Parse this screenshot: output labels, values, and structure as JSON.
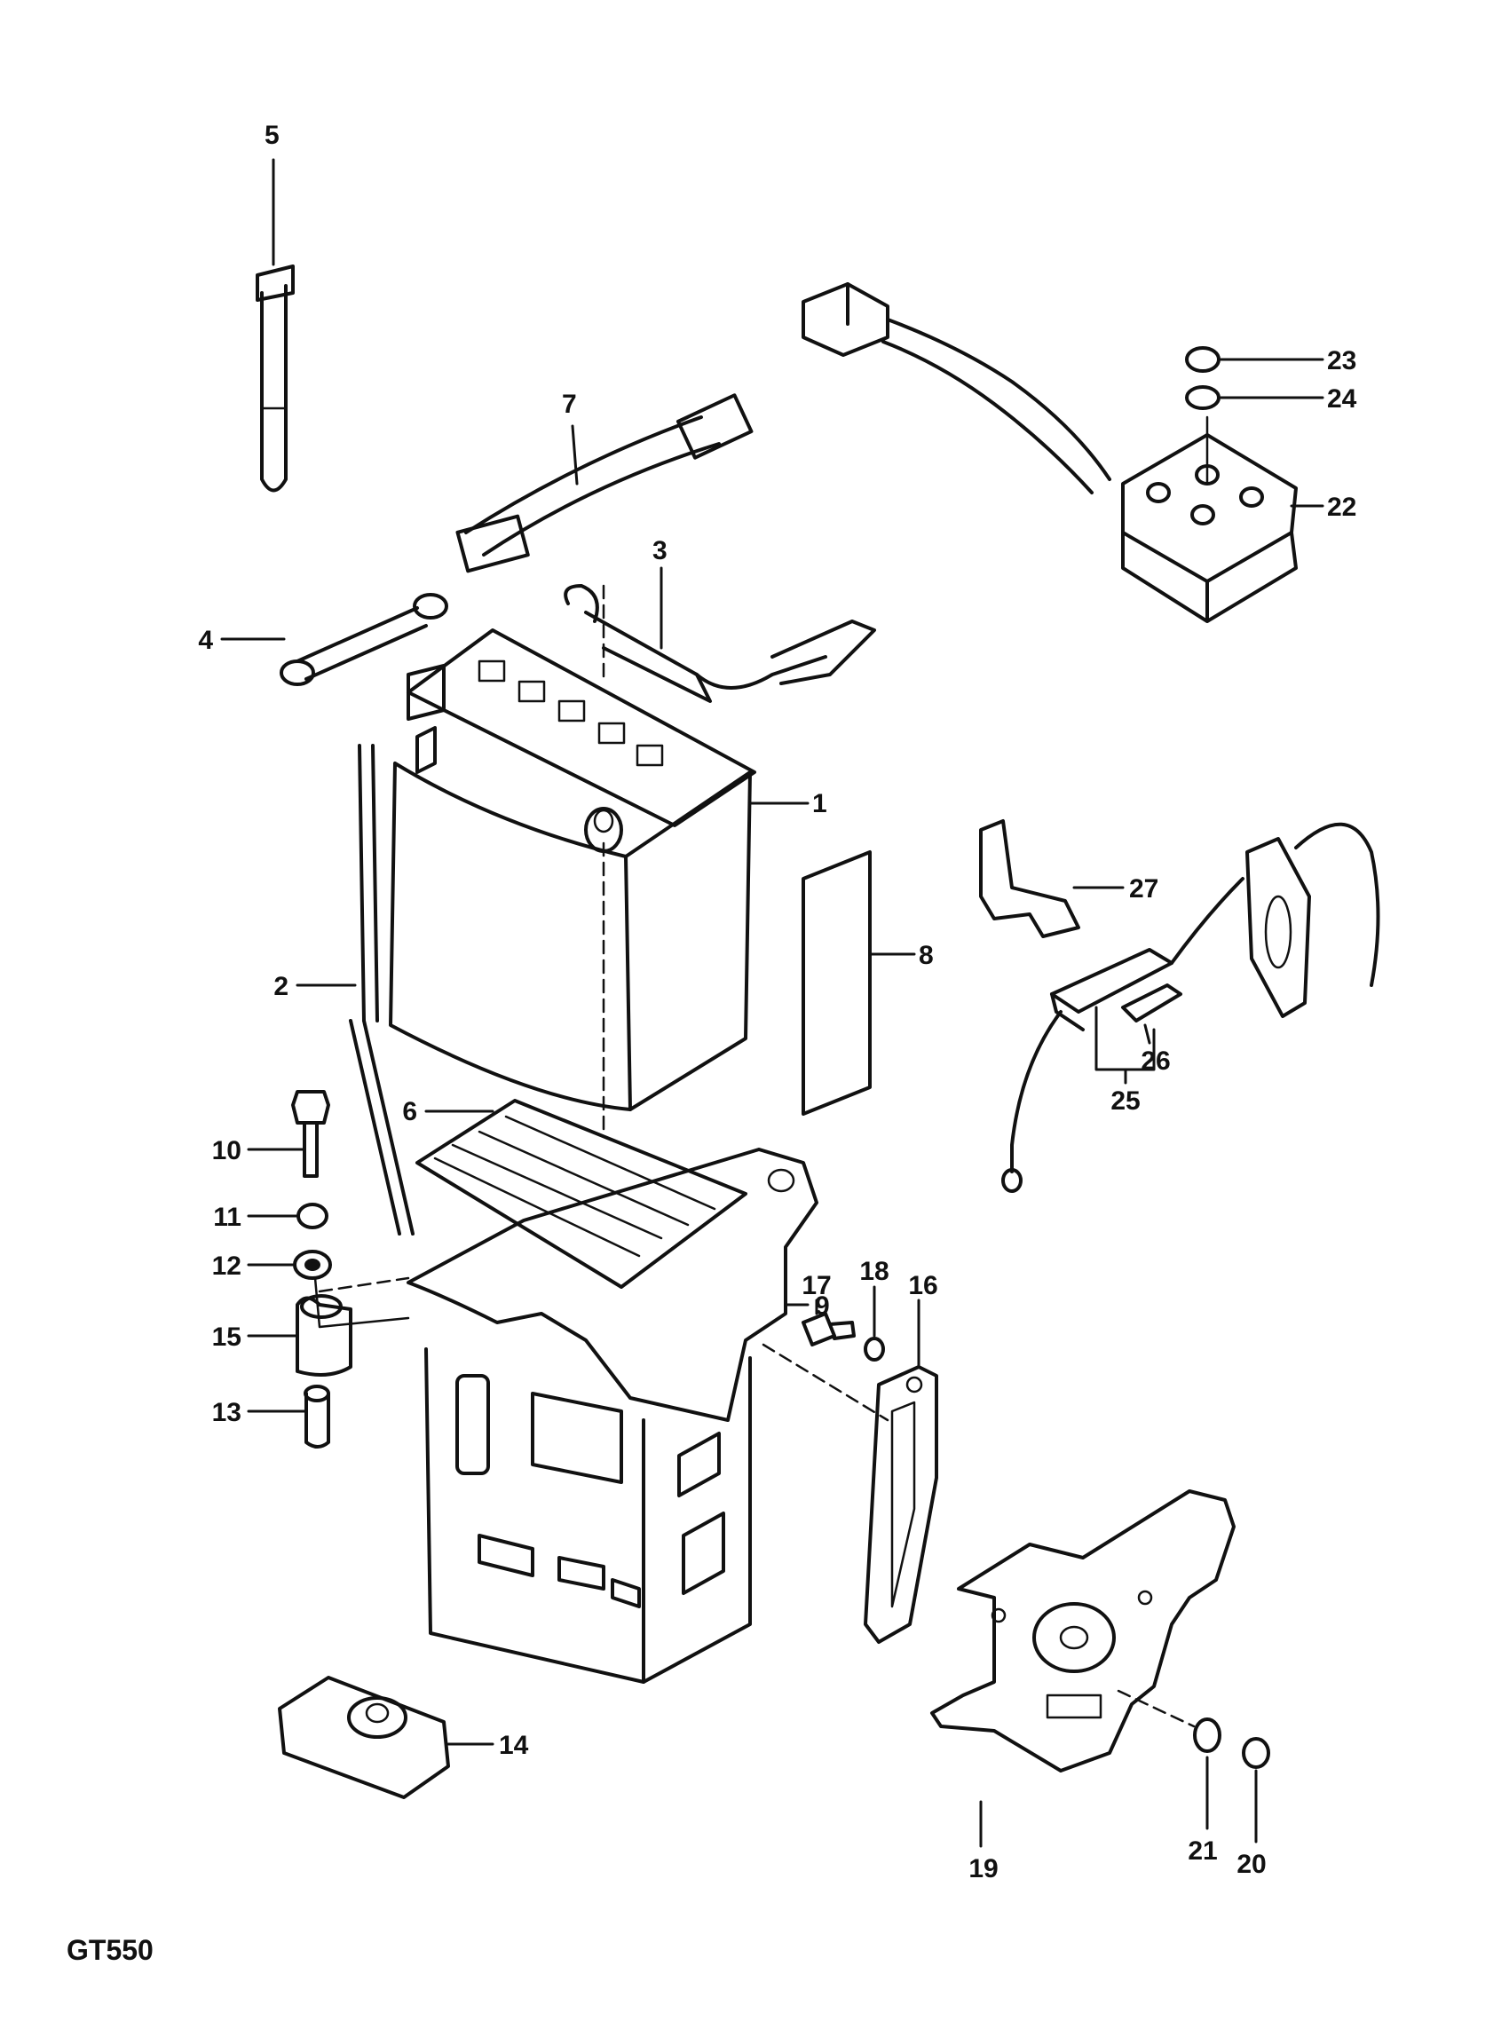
{
  "diagram": {
    "model_code": "GT550",
    "callouts": [
      "1",
      "2",
      "3",
      "4",
      "5",
      "6",
      "7",
      "8",
      "9",
      "10",
      "11",
      "12",
      "13",
      "14",
      "15",
      "16",
      "17",
      "18",
      "19",
      "20",
      "21",
      "22",
      "23",
      "24",
      "25",
      "26",
      "27"
    ]
  }
}
